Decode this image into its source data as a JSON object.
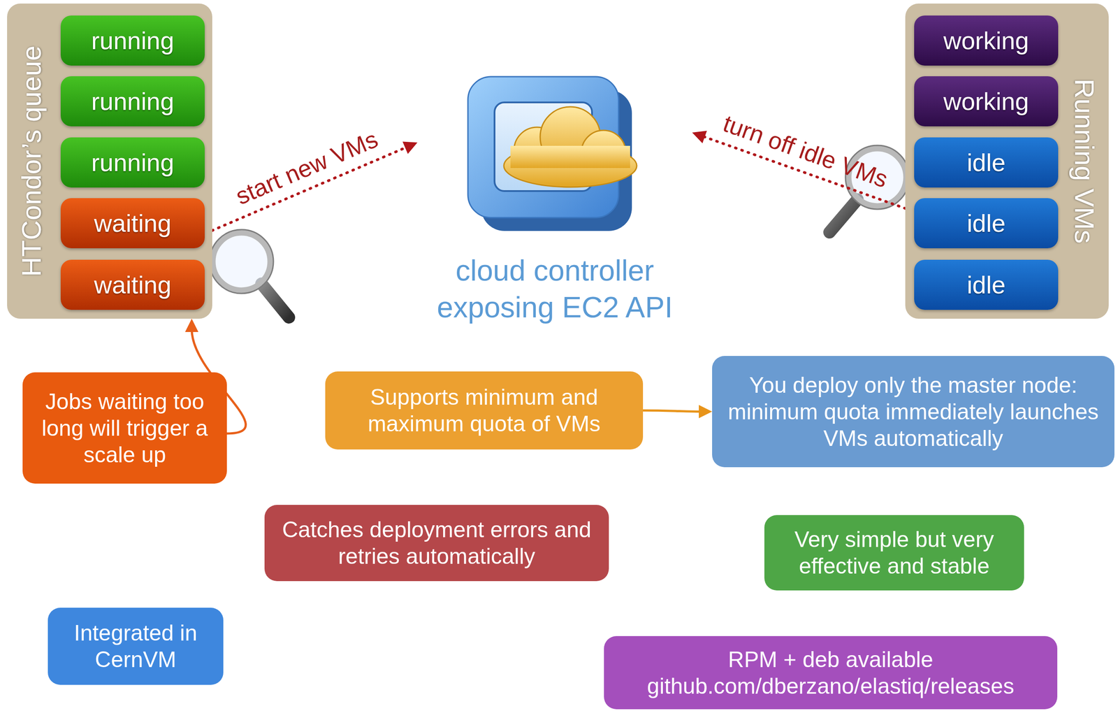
{
  "diagram": {
    "nodes": [
      {
        "text": [
          "HTCondor’s queue"
        ]
      },
      {
        "text": [
          "running"
        ],
        "in": 0
      },
      {
        "text": [
          "running"
        ],
        "in": 0
      },
      {
        "text": [
          "running"
        ],
        "in": 0
      },
      {
        "text": [
          "waiting"
        ],
        "in": 0
      },
      {
        "text": [
          "waiting"
        ],
        "in": 0
      },
      {
        "text": [
          "cloud controller exposing EC2 API"
        ]
      },
      {
        "text": [
          "Running VMs"
        ]
      },
      {
        "text": [
          "working"
        ],
        "in": 7
      },
      {
        "text": [
          "working"
        ],
        "in": 7
      },
      {
        "text": [
          "idle"
        ],
        "in": 7
      },
      {
        "text": [
          "idle"
        ],
        "in": 7
      },
      {
        "text": [
          "idle"
        ],
        "in": 7
      },
      {
        "text": [
          "Jobs waiting too long will trigger a scale up"
        ]
      },
      {
        "text": [
          "Supports minimum and maximum quota of VMs"
        ]
      },
      {
        "text": [
          "You deploy only the master node: minimum quota immediately launches VMs automatically"
        ]
      },
      {
        "text": [
          "Catches deployment errors and retries automatically"
        ]
      },
      {
        "text": [
          "Very simple but very effective and stable"
        ]
      },
      {
        "text": [
          "Integrated in CernVM"
        ]
      },
      {
        "text": [
          "RPM + deb available github.com/dberzano/elastiq/releases"
        ]
      }
    ],
    "edges": [
      {
        "from": 0,
        "to": 6,
        "label": "start new VMs",
        "arrow": "to"
      },
      {
        "from": 7,
        "to": 6,
        "label": "turn off idle VMs",
        "arrow": "to"
      },
      {
        "from": 13,
        "to": 0,
        "arrow": "to"
      },
      {
        "from": 14,
        "to": 15,
        "arrow": "to"
      }
    ]
  }
}
